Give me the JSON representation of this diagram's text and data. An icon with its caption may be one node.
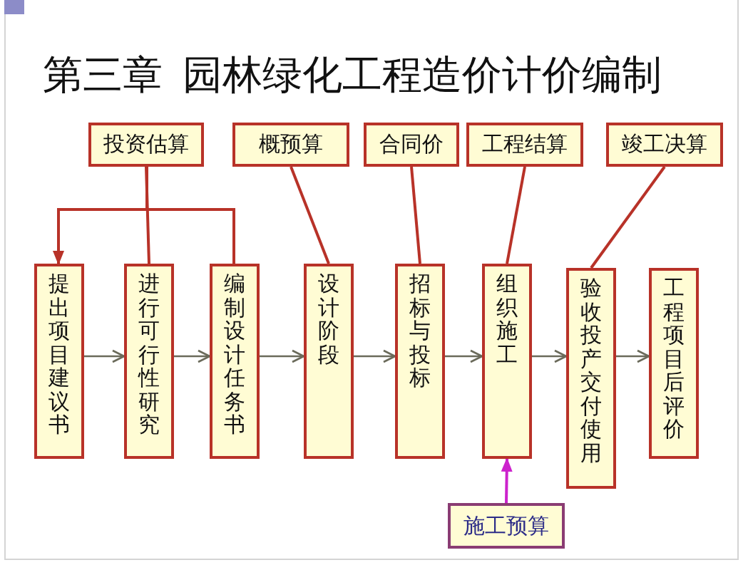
{
  "diagram": {
    "title": "第三章  园林绿化工程造价计价编制",
    "nodes": [
      {
        "text": [
          "投资估算"
        ]
      },
      {
        "text": [
          "概预算"
        ]
      },
      {
        "text": [
          "合同价"
        ]
      },
      {
        "text": [
          "工程结算"
        ]
      },
      {
        "text": [
          "竣工决算"
        ]
      },
      {
        "text": [
          "提出项目建议书"
        ]
      },
      {
        "text": [
          "进行可行性研究"
        ]
      },
      {
        "text": [
          "编制设计任务书"
        ]
      },
      {
        "text": [
          "设计阶段"
        ]
      },
      {
        "text": [
          "招标与投标"
        ]
      },
      {
        "text": [
          "组织施工"
        ]
      },
      {
        "text": [
          "验收投产交付使用"
        ]
      },
      {
        "text": [
          "工程项目后评价"
        ]
      },
      {
        "text": [
          "施工预算"
        ]
      }
    ],
    "edges": [
      {
        "from": 0,
        "to": 5,
        "arrow": "to",
        "color": "#b83228"
      },
      {
        "from": 0,
        "to": 6,
        "arrow": "none",
        "color": "#b83228"
      },
      {
        "from": 0,
        "to": 7,
        "arrow": "none",
        "color": "#b83228"
      },
      {
        "from": 1,
        "to": 8,
        "arrow": "none",
        "color": "#b83228"
      },
      {
        "from": 2,
        "to": 9,
        "arrow": "none",
        "color": "#b83228"
      },
      {
        "from": 3,
        "to": 10,
        "arrow": "none",
        "color": "#b83228"
      },
      {
        "from": 4,
        "to": 11,
        "arrow": "none",
        "color": "#b83228"
      },
      {
        "from": 13,
        "to": 10,
        "arrow": "to",
        "color": "#cc22cc"
      },
      {
        "from": 5,
        "to": 6,
        "arrow": "to"
      },
      {
        "from": 6,
        "to": 7,
        "arrow": "to"
      },
      {
        "from": 7,
        "to": 8,
        "arrow": "to"
      },
      {
        "from": 8,
        "to": 9,
        "arrow": "to"
      },
      {
        "from": 9,
        "to": 10,
        "arrow": "to"
      },
      {
        "from": 10,
        "to": 11,
        "arrow": "to"
      },
      {
        "from": 11,
        "to": 12,
        "arrow": "to"
      }
    ]
  }
}
